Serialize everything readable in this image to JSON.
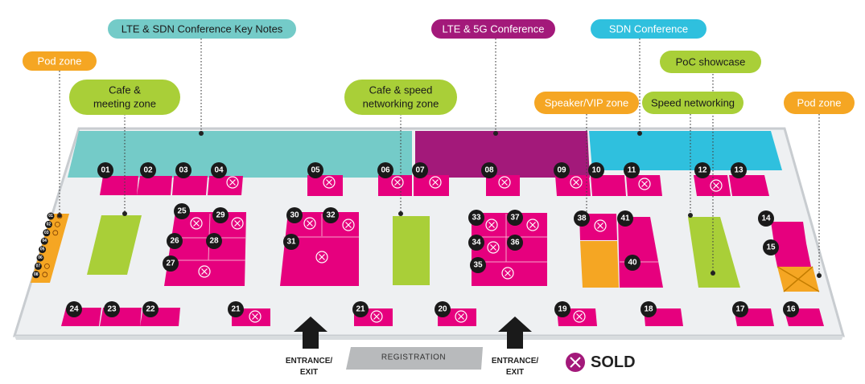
{
  "colors": {
    "magenta": "#e6007e",
    "purple": "#a3197a",
    "teal": "#74cbc8",
    "cyan": "#2fc0de",
    "lime": "#a9cf38",
    "orange": "#f5a623",
    "dark_circle": "#1a1a1a",
    "floor": "#eef0f2",
    "registration": "#b8babc"
  },
  "labels": {
    "lte_sdn_keynotes": "LTE & SDN Conference Key Notes",
    "lte_5g": "LTE & 5G Conference",
    "sdn_conf": "SDN Conference",
    "poc": "PoC showcase",
    "pod_zone_left": "Pod zone",
    "pod_zone_right": "Pod zone",
    "cafe_meeting_1": "Cafe &",
    "cafe_meeting_2": "meeting zone",
    "cafe_speed_1": "Cafe & speed",
    "cafe_speed_2": "networking zone",
    "speaker_vip": "Speaker/VIP zone",
    "speed_networking": "Speed networking",
    "entrance_left_1": "ENTRANCE/",
    "entrance_left_2": "EXIT",
    "entrance_right_1": "ENTRANCE/",
    "entrance_right_2": "EXIT",
    "registration": "REGISTRATION",
    "sold": "SOLD"
  },
  "booths": {
    "b01": {
      "num": "01",
      "sold": false
    },
    "b02": {
      "num": "02",
      "sold": false
    },
    "b03": {
      "num": "03",
      "sold": false
    },
    "b04": {
      "num": "04",
      "sold": true
    },
    "b05": {
      "num": "05",
      "sold": true
    },
    "b06": {
      "num": "06",
      "sold": true
    },
    "b07": {
      "num": "07",
      "sold": true
    },
    "b08": {
      "num": "08",
      "sold": true
    },
    "b09": {
      "num": "09",
      "sold": true
    },
    "b10": {
      "num": "10",
      "sold": false
    },
    "b11": {
      "num": "11",
      "sold": true
    },
    "b12": {
      "num": "12",
      "sold": true
    },
    "b13": {
      "num": "13",
      "sold": false
    },
    "b14": {
      "num": "14",
      "sold": false
    },
    "b15": {
      "num": "15",
      "sold": false
    },
    "b16": {
      "num": "16",
      "sold": false
    },
    "b17": {
      "num": "17",
      "sold": false
    },
    "b18": {
      "num": "18",
      "sold": false
    },
    "b19": {
      "num": "19",
      "sold": true
    },
    "b20": {
      "num": "20",
      "sold": true
    },
    "b21a": {
      "num": "21",
      "sold": true
    },
    "b21b": {
      "num": "21",
      "sold": true
    },
    "b22": {
      "num": "22",
      "sold": false
    },
    "b23": {
      "num": "23",
      "sold": false
    },
    "b24": {
      "num": "24",
      "sold": false
    },
    "b25": {
      "num": "25",
      "sold": true
    },
    "b26": {
      "num": "26",
      "sold": false
    },
    "b27": {
      "num": "27",
      "sold": true
    },
    "b28": {
      "num": "28",
      "sold": false
    },
    "b29": {
      "num": "29",
      "sold": true
    },
    "b30": {
      "num": "30",
      "sold": true
    },
    "b31": {
      "num": "31",
      "sold": true
    },
    "b32": {
      "num": "32",
      "sold": true
    },
    "b33": {
      "num": "33",
      "sold": true
    },
    "b34": {
      "num": "34",
      "sold": true
    },
    "b35": {
      "num": "35",
      "sold": true
    },
    "b36": {
      "num": "36",
      "sold": false
    },
    "b37": {
      "num": "37",
      "sold": true
    },
    "b38": {
      "num": "38",
      "sold": true
    },
    "b40": {
      "num": "40",
      "sold": false
    },
    "b41": {
      "num": "41",
      "sold": false
    }
  },
  "pods": {
    "p01": {
      "num": "01",
      "sold": true
    },
    "p02": {
      "num": "02",
      "sold": true
    },
    "p03": {
      "num": "03",
      "sold": true
    },
    "p04": {
      "num": "04",
      "sold": false
    },
    "p05": {
      "num": "05",
      "sold": false
    },
    "p06": {
      "num": "06",
      "sold": false
    },
    "p07": {
      "num": "07",
      "sold": true
    },
    "p08": {
      "num": "08",
      "sold": true
    }
  }
}
